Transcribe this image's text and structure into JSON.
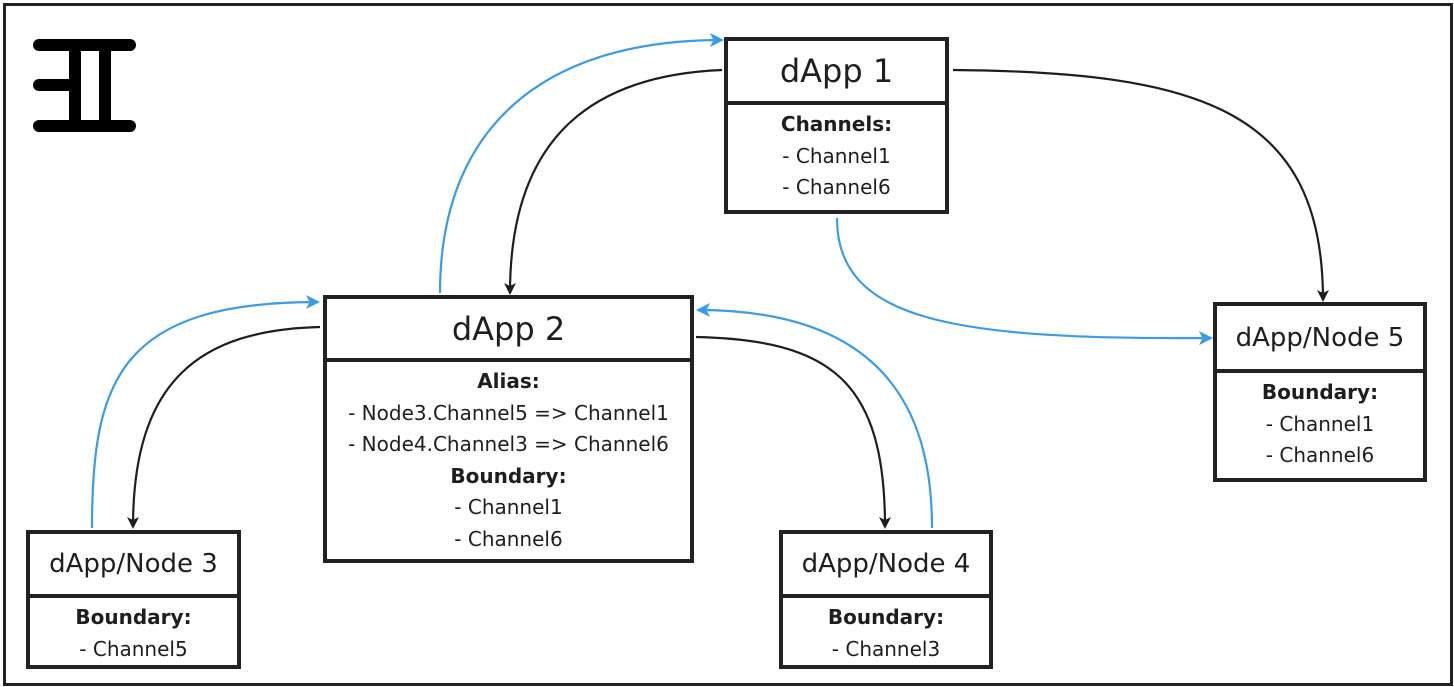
{
  "logo": {
    "icon": "glyph-logo-icon"
  },
  "colors": {
    "primary_link": "#1e1e1e",
    "secondary_link": "#3a9be6"
  },
  "nodes": {
    "dapp1": {
      "title": "dApp 1",
      "sections": [
        {
          "heading": "Channels:",
          "items": [
            "- Channel1",
            "- Channel6"
          ]
        }
      ]
    },
    "dapp2": {
      "title": "dApp 2",
      "sections": [
        {
          "heading": "Alias:",
          "items": [
            "- Node3.Channel5 => Channel1",
            "- Node4.Channel3 => Channel6"
          ]
        },
        {
          "heading": "Boundary:",
          "items": [
            "- Channel1",
            "- Channel6"
          ]
        }
      ]
    },
    "node3": {
      "title": "dApp/Node 3",
      "sections": [
        {
          "heading": "Boundary:",
          "items": [
            "- Channel5"
          ]
        }
      ]
    },
    "node4": {
      "title": "dApp/Node 4",
      "sections": [
        {
          "heading": "Boundary:",
          "items": [
            "- Channel3"
          ]
        }
      ]
    },
    "node5": {
      "title": "dApp/Node 5",
      "sections": [
        {
          "heading": "Boundary:",
          "items": [
            "- Channel1",
            "- Channel6"
          ]
        }
      ]
    }
  },
  "edges": [
    {
      "from": "dApp 1",
      "to": "dApp 2",
      "kind": "primary"
    },
    {
      "from": "dApp 1",
      "to": "dApp/Node 5",
      "kind": "primary"
    },
    {
      "from": "dApp 2",
      "to": "dApp/Node 3",
      "kind": "primary"
    },
    {
      "from": "dApp 2",
      "to": "dApp/Node 4",
      "kind": "primary"
    },
    {
      "from": "dApp 2",
      "to": "dApp 1",
      "kind": "secondary"
    },
    {
      "from": "dApp/Node 3",
      "to": "dApp 2",
      "kind": "secondary"
    },
    {
      "from": "dApp/Node 4",
      "to": "dApp 2",
      "kind": "secondary"
    },
    {
      "from": "dApp 1",
      "to": "dApp/Node 5",
      "kind": "secondary"
    }
  ]
}
